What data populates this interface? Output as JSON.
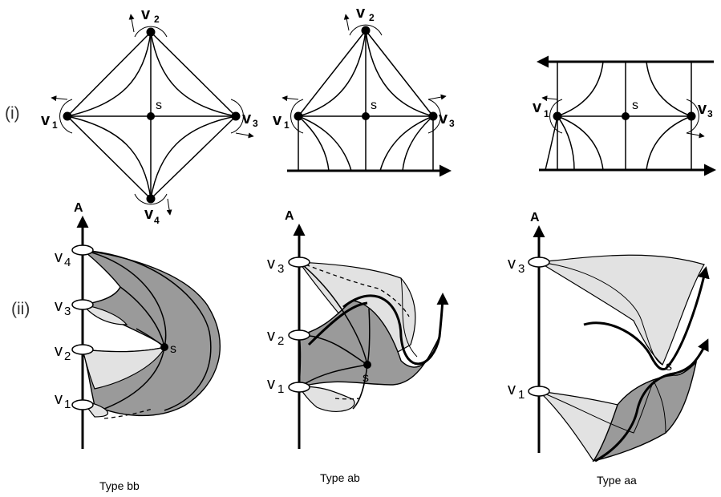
{
  "row_labels": {
    "top": "(i)",
    "bottom": "(ii)"
  },
  "panel_bb": {
    "caption": "Type bb",
    "top_vertices": {
      "v1": "v",
      "v1_sub": "1",
      "v2": "v",
      "v2_sub": "2",
      "v3": "v",
      "v3_sub": "3",
      "v4": "v",
      "v4_sub": "4",
      "s": "s"
    },
    "axis": "A",
    "levels": {
      "v1": "v",
      "v1_sub": "1",
      "v2": "v",
      "v2_sub": "2",
      "v3": "v",
      "v3_sub": "3",
      "v4": "v",
      "v4_sub": "4"
    },
    "s": "s"
  },
  "panel_ab": {
    "caption": "Type ab",
    "top_vertices": {
      "v1": "v",
      "v1_sub": "1",
      "v2": "v",
      "v2_sub": "2",
      "v3": "v",
      "v3_sub": "3",
      "s": "s"
    },
    "axis": "A",
    "levels": {
      "v1": "v",
      "v1_sub": "1",
      "v2": "v",
      "v2_sub": "2",
      "v3": "v",
      "v3_sub": "3"
    },
    "s": "s"
  },
  "panel_aa": {
    "caption": "Type aa",
    "top_vertices": {
      "v1": "v",
      "v1_sub": "1",
      "v3": "v",
      "v3_sub": "3",
      "s": "s"
    },
    "axis": "A",
    "levels": {
      "v1": "v",
      "v1_sub": "1",
      "v3": "v",
      "v3_sub": "3"
    },
    "s": "s"
  }
}
